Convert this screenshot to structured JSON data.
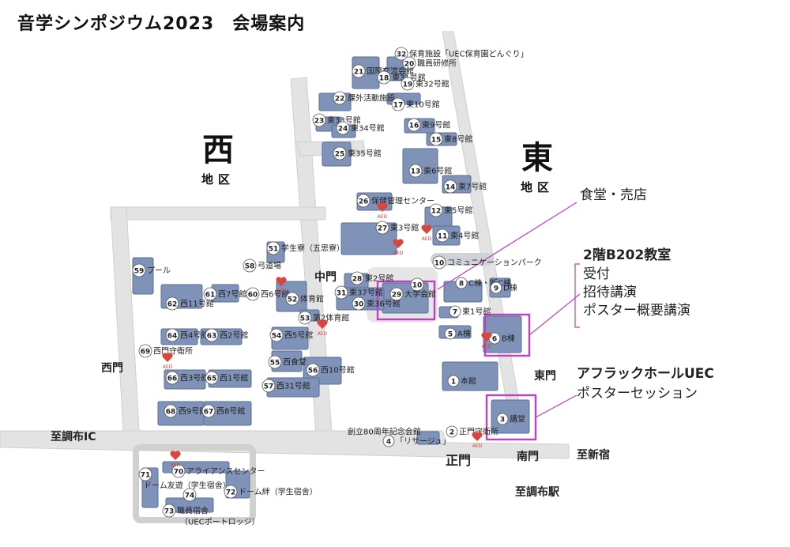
{
  "title": "音学シンポジウム2023　会場案内",
  "districts": {
    "west": {
      "big": "西",
      "small": "地区"
    },
    "east": {
      "big": "東",
      "small": "地区"
    }
  },
  "gates": {
    "west_gate": "西門",
    "east_gate": "東門",
    "main_gate": "正門",
    "south_gate": "南門",
    "north_gate": "中門",
    "to_chofu_ic": "至調布IC",
    "to_shinjuku": "至新宿",
    "to_chofu_station": "至調布駅"
  },
  "callouts": {
    "cafeteria": {
      "lines": [
        "食堂・売店"
      ]
    },
    "room_b202": {
      "head": "2階B202教室",
      "lines": [
        "受付",
        "招待講演",
        "ポスター概要講演"
      ]
    },
    "aflac_hall": {
      "head": "アフラックホールUEC",
      "lines": [
        "ポスターセッション"
      ]
    }
  },
  "buildings": [
    {
      "num": "32",
      "label": "保育施設「UEC保育園どんぐり」"
    },
    {
      "num": "20",
      "label": "職員研修所"
    },
    {
      "num": "21",
      "label": "国際交流会館"
    },
    {
      "num": "18",
      "label": "東31号館"
    },
    {
      "num": "19",
      "label": "東32号館"
    },
    {
      "num": "22",
      "label": "課外活動施設"
    },
    {
      "num": "17",
      "label": "東10号館"
    },
    {
      "num": "23",
      "label": "東33号館"
    },
    {
      "num": "24",
      "label": "東34号館"
    },
    {
      "num": "16",
      "label": "東9号館"
    },
    {
      "num": "15",
      "label": "東8号館"
    },
    {
      "num": "25",
      "label": "東35号館"
    },
    {
      "num": "13",
      "label": "東6号館"
    },
    {
      "num": "14",
      "label": "東7号館"
    },
    {
      "num": "26",
      "label": "保健管理センター"
    },
    {
      "num": "12",
      "label": "東5号館"
    },
    {
      "num": "27",
      "label": "東3号館"
    },
    {
      "num": "11",
      "label": "東4号館"
    },
    {
      "num": "51",
      "label": "学生寮（五思寮）"
    },
    {
      "num": "58",
      "label": "弓道場"
    },
    {
      "num": "59",
      "label": "プール"
    },
    {
      "num": "10",
      "label": "コミュニケーションパーク"
    },
    {
      "num": "28",
      "label": "東2号館"
    },
    {
      "num": "10",
      "label": ""
    },
    {
      "num": "8",
      "label": "C棟・新C棟"
    },
    {
      "num": "9",
      "label": "D棟"
    },
    {
      "num": "29",
      "label": "大学会館"
    },
    {
      "num": "31",
      "label": "東37号館"
    },
    {
      "num": "30",
      "label": "東36号館"
    },
    {
      "num": "61",
      "label": "西7号館"
    },
    {
      "num": "60",
      "label": "西6号館"
    },
    {
      "num": "52",
      "label": "体育館"
    },
    {
      "num": "62",
      "label": "西11号館"
    },
    {
      "num": "7",
      "label": "東1号館"
    },
    {
      "num": "53",
      "label": "第2体育館"
    },
    {
      "num": "5",
      "label": "A棟"
    },
    {
      "num": "6",
      "label": "B棟"
    },
    {
      "num": "64",
      "label": "西4号館"
    },
    {
      "num": "63",
      "label": "西2号館"
    },
    {
      "num": "54",
      "label": "西5号館"
    },
    {
      "num": "69",
      "label": "西門守衛所"
    },
    {
      "num": "55",
      "label": "西食堂"
    },
    {
      "num": "56",
      "label": "西10号館"
    },
    {
      "num": "66",
      "label": "西3号館"
    },
    {
      "num": "65",
      "label": "西1号館"
    },
    {
      "num": "57",
      "label": "西31号館"
    },
    {
      "num": "1",
      "label": "本館"
    },
    {
      "num": "68",
      "label": "西9号館"
    },
    {
      "num": "67",
      "label": "西8号館"
    },
    {
      "num": "3",
      "label": "講堂"
    },
    {
      "num": "",
      "label": "創立80周年記念会館"
    },
    {
      "num": "4",
      "label": "「リサージュ」"
    },
    {
      "num": "2",
      "label": "正門守衛所"
    },
    {
      "num": "70",
      "label": "アライアンスセンター"
    },
    {
      "num": "71",
      "label": ""
    },
    {
      "num": "",
      "label": "ドーム友遊（学生宿舎）"
    },
    {
      "num": "72",
      "label": "ドーム絆（学生宿舎）"
    },
    {
      "num": "74",
      "label": ""
    },
    {
      "num": "73",
      "label": "職員宿舎"
    },
    {
      "num": "",
      "label": "（UECポートロッジ）"
    }
  ],
  "aed_label": "AED",
  "colors": {
    "building": "#7f92b8",
    "building_stroke": "#5b6f99",
    "road": "#e3e3e3",
    "road_stroke": "#cfcfcf",
    "highlight": "#c040c0",
    "aed": "#d9463f",
    "plaza": "#cfd3d8"
  }
}
